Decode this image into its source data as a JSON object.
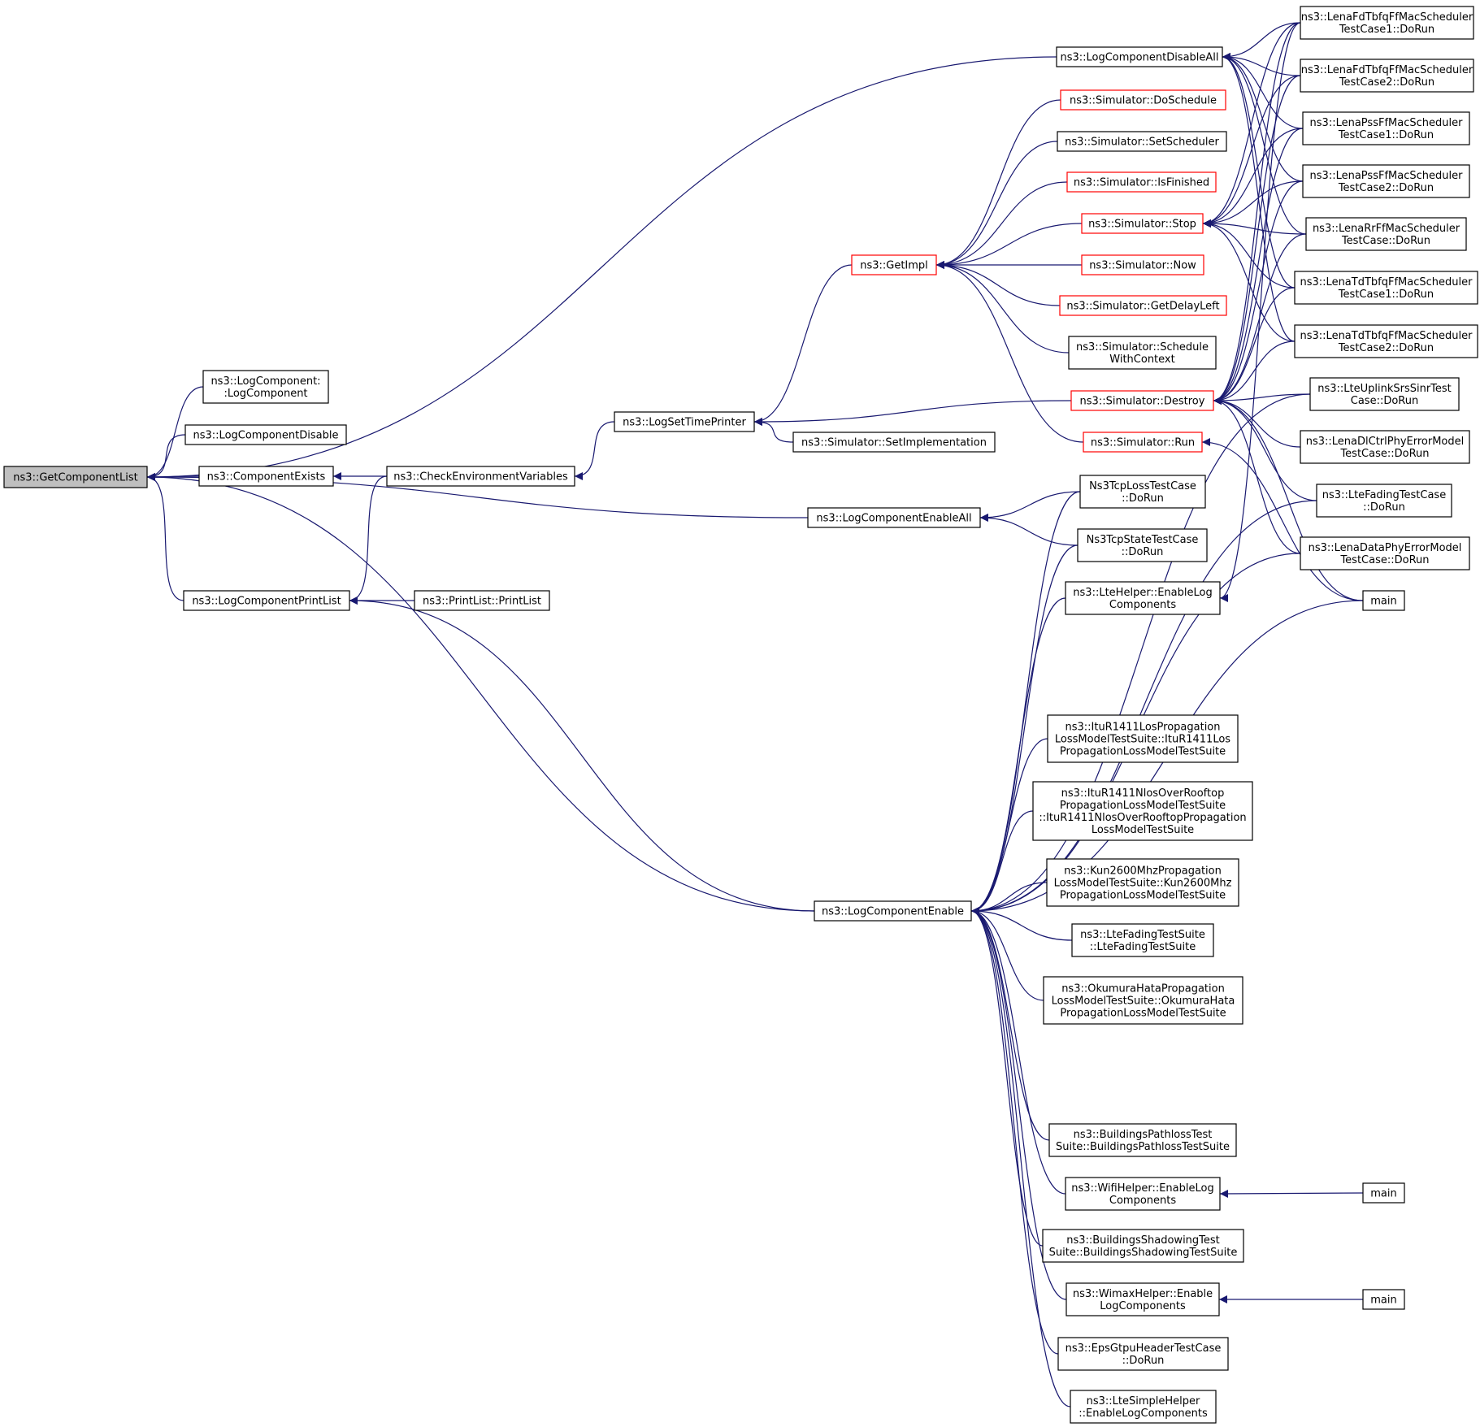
{
  "nodes": [
    {
      "id": "root",
      "lines": [
        "ns3::GetComponentList"
      ],
      "style": "root"
    },
    {
      "id": "lcda",
      "lines": [
        "ns3::LogComponentDisableAll"
      ],
      "style": "normal"
    },
    {
      "id": "lclc",
      "lines": [
        "ns3::LogComponent:",
        ":LogComponent"
      ],
      "style": "normal"
    },
    {
      "id": "lcd",
      "lines": [
        "ns3::LogComponentDisable"
      ],
      "style": "normal"
    },
    {
      "id": "ce",
      "lines": [
        "ns3::ComponentExists"
      ],
      "style": "normal"
    },
    {
      "id": "cev",
      "lines": [
        "ns3::CheckEnvironmentVariables"
      ],
      "style": "normal"
    },
    {
      "id": "lcpl",
      "lines": [
        "ns3::LogComponentPrintList"
      ],
      "style": "normal"
    },
    {
      "id": "plpl",
      "lines": [
        "ns3::PrintList::PrintList"
      ],
      "style": "normal"
    },
    {
      "id": "lstp",
      "lines": [
        "ns3::LogSetTimePrinter"
      ],
      "style": "normal"
    },
    {
      "id": "getimpl",
      "lines": [
        "ns3::GetImpl"
      ],
      "style": "red"
    },
    {
      "id": "simds",
      "lines": [
        "ns3::Simulator::DoSchedule"
      ],
      "style": "red"
    },
    {
      "id": "simss",
      "lines": [
        "ns3::Simulator::SetScheduler"
      ],
      "style": "normal"
    },
    {
      "id": "simif",
      "lines": [
        "ns3::Simulator::IsFinished"
      ],
      "style": "red"
    },
    {
      "id": "simstop",
      "lines": [
        "ns3::Simulator::Stop"
      ],
      "style": "red"
    },
    {
      "id": "simnow",
      "lines": [
        "ns3::Simulator::Now"
      ],
      "style": "red"
    },
    {
      "id": "simgdl",
      "lines": [
        "ns3::Simulator::GetDelayLeft"
      ],
      "style": "red"
    },
    {
      "id": "simswc",
      "lines": [
        "ns3::Simulator::Schedule",
        "WithContext"
      ],
      "style": "normal"
    },
    {
      "id": "simdestroy",
      "lines": [
        "ns3::Simulator::Destroy"
      ],
      "style": "red"
    },
    {
      "id": "simsi",
      "lines": [
        "ns3::Simulator::SetImplementation"
      ],
      "style": "normal"
    },
    {
      "id": "simrun",
      "lines": [
        "ns3::Simulator::Run"
      ],
      "style": "red"
    },
    {
      "id": "lcea",
      "lines": [
        "ns3::LogComponentEnableAll"
      ],
      "style": "normal"
    },
    {
      "id": "tcploss",
      "lines": [
        "Ns3TcpLossTestCase",
        "::DoRun"
      ],
      "style": "normal"
    },
    {
      "id": "tcpstate",
      "lines": [
        "Ns3TcpStateTestCase",
        "::DoRun"
      ],
      "style": "normal"
    },
    {
      "id": "ltehelper",
      "lines": [
        "ns3::LteHelper::EnableLog",
        "Components"
      ],
      "style": "normal"
    },
    {
      "id": "itulos",
      "lines": [
        "ns3::ItuR1411LosPropagation",
        "LossModelTestSuite::ItuR1411Los",
        "PropagationLossModelTestSuite"
      ],
      "style": "normal"
    },
    {
      "id": "itunlos",
      "lines": [
        "ns3::ItuR1411NlosOverRooftop",
        "PropagationLossModelTestSuite",
        "::ItuR1411NlosOverRooftopPropagation",
        "LossModelTestSuite"
      ],
      "style": "normal"
    },
    {
      "id": "kun",
      "lines": [
        "ns3::Kun2600MhzPropagation",
        "LossModelTestSuite::Kun2600Mhz",
        "PropagationLossModelTestSuite"
      ],
      "style": "normal"
    },
    {
      "id": "ltefs",
      "lines": [
        "ns3::LteFadingTestSuite",
        "::LteFadingTestSuite"
      ],
      "style": "normal"
    },
    {
      "id": "okumura",
      "lines": [
        "ns3::OkumuraHataPropagation",
        "LossModelTestSuite::OkumuraHata",
        "PropagationLossModelTestSuite"
      ],
      "style": "normal"
    },
    {
      "id": "lce",
      "lines": [
        "ns3::LogComponentEnable"
      ],
      "style": "normal"
    },
    {
      "id": "bpt",
      "lines": [
        "ns3::BuildingsPathlossTest",
        "Suite::BuildingsPathlossTestSuite"
      ],
      "style": "normal"
    },
    {
      "id": "wifi",
      "lines": [
        "ns3::WifiHelper::EnableLog",
        "Components"
      ],
      "style": "normal"
    },
    {
      "id": "bst",
      "lines": [
        "ns3::BuildingsShadowingTest",
        "Suite::BuildingsShadowingTestSuite"
      ],
      "style": "normal"
    },
    {
      "id": "wimax",
      "lines": [
        "ns3::WimaxHelper::Enable",
        "LogComponents"
      ],
      "style": "normal"
    },
    {
      "id": "eps",
      "lines": [
        "ns3::EpsGtpuHeaderTestCase",
        "::DoRun"
      ],
      "style": "normal"
    },
    {
      "id": "ltesimple",
      "lines": [
        "ns3::LteSimpleHelper",
        "::EnableLogComponents"
      ],
      "style": "normal"
    },
    {
      "id": "fd1",
      "lines": [
        "ns3::LenaFdTbfqFfMacScheduler",
        "TestCase1::DoRun"
      ],
      "style": "normal"
    },
    {
      "id": "fd2",
      "lines": [
        "ns3::LenaFdTbfqFfMacScheduler",
        "TestCase2::DoRun"
      ],
      "style": "normal"
    },
    {
      "id": "pss1",
      "lines": [
        "ns3::LenaPssFfMacScheduler",
        "TestCase1::DoRun"
      ],
      "style": "normal"
    },
    {
      "id": "pss2",
      "lines": [
        "ns3::LenaPssFfMacScheduler",
        "TestCase2::DoRun"
      ],
      "style": "normal"
    },
    {
      "id": "rr",
      "lines": [
        "ns3::LenaRrFfMacScheduler",
        "TestCase::DoRun"
      ],
      "style": "normal"
    },
    {
      "id": "td1",
      "lines": [
        "ns3::LenaTdTbfqFfMacScheduler",
        "TestCase1::DoRun"
      ],
      "style": "normal"
    },
    {
      "id": "td2",
      "lines": [
        "ns3::LenaTdTbfqFfMacScheduler",
        "TestCase2::DoRun"
      ],
      "style": "normal"
    },
    {
      "id": "srs",
      "lines": [
        "ns3::LteUplinkSrsSinrTest",
        "Case::DoRun"
      ],
      "style": "normal"
    },
    {
      "id": "dlctrl",
      "lines": [
        "ns3::LenaDlCtrlPhyErrorModel",
        "TestCase::DoRun"
      ],
      "style": "normal"
    },
    {
      "id": "fading",
      "lines": [
        "ns3::LteFadingTestCase",
        "::DoRun"
      ],
      "style": "normal"
    },
    {
      "id": "dataphy",
      "lines": [
        "ns3::LenaDataPhyErrorModel",
        "TestCase::DoRun"
      ],
      "style": "normal"
    },
    {
      "id": "main1",
      "lines": [
        "main"
      ],
      "style": "normal"
    },
    {
      "id": "main2",
      "lines": [
        "main"
      ],
      "style": "normal"
    },
    {
      "id": "main3",
      "lines": [
        "main"
      ],
      "style": "normal"
    }
  ],
  "edges": [
    [
      "lcda",
      "root"
    ],
    [
      "lclc",
      "root"
    ],
    [
      "lcd",
      "root"
    ],
    [
      "ce",
      "root"
    ],
    [
      "lcpl",
      "root"
    ],
    [
      "lcea",
      "root"
    ],
    [
      "lce",
      "root"
    ],
    [
      "cev",
      "ce"
    ],
    [
      "plpl",
      "lcpl"
    ],
    [
      "cev",
      "lcpl"
    ],
    [
      "lce",
      "lcpl"
    ],
    [
      "lstp",
      "cev"
    ],
    [
      "getimpl",
      "lstp"
    ],
    [
      "simdestroy",
      "lstp"
    ],
    [
      "simsi",
      "lstp"
    ],
    [
      "simds",
      "getimpl"
    ],
    [
      "simss",
      "getimpl"
    ],
    [
      "simif",
      "getimpl"
    ],
    [
      "simstop",
      "getimpl"
    ],
    [
      "simnow",
      "getimpl"
    ],
    [
      "simgdl",
      "getimpl"
    ],
    [
      "simswc",
      "getimpl"
    ],
    [
      "simrun",
      "getimpl"
    ],
    [
      "tcploss",
      "lcea"
    ],
    [
      "tcpstate",
      "lcea"
    ],
    [
      "tcploss",
      "lce"
    ],
    [
      "tcpstate",
      "lce"
    ],
    [
      "ltehelper",
      "lce"
    ],
    [
      "itulos",
      "lce"
    ],
    [
      "itunlos",
      "lce"
    ],
    [
      "kun",
      "lce"
    ],
    [
      "ltefs",
      "lce"
    ],
    [
      "okumura",
      "lce"
    ],
    [
      "bpt",
      "lce"
    ],
    [
      "wifi",
      "lce"
    ],
    [
      "bst",
      "lce"
    ],
    [
      "wimax",
      "lce"
    ],
    [
      "eps",
      "lce"
    ],
    [
      "ltesimple",
      "lce"
    ],
    [
      "srs",
      "lce"
    ],
    [
      "fading",
      "lce"
    ],
    [
      "dataphy",
      "lce"
    ],
    [
      "main1",
      "lce"
    ],
    [
      "fd1",
      "lcda"
    ],
    [
      "fd2",
      "lcda"
    ],
    [
      "pss1",
      "lcda"
    ],
    [
      "pss2",
      "lcda"
    ],
    [
      "rr",
      "lcda"
    ],
    [
      "td1",
      "lcda"
    ],
    [
      "td2",
      "lcda"
    ],
    [
      "fd1",
      "simstop"
    ],
    [
      "fd2",
      "simstop"
    ],
    [
      "pss1",
      "simstop"
    ],
    [
      "pss2",
      "simstop"
    ],
    [
      "rr",
      "simstop"
    ],
    [
      "td1",
      "simstop"
    ],
    [
      "td2",
      "simstop"
    ],
    [
      "fd1",
      "simdestroy"
    ],
    [
      "fd2",
      "simdestroy"
    ],
    [
      "pss1",
      "simdestroy"
    ],
    [
      "pss2",
      "simdestroy"
    ],
    [
      "rr",
      "simdestroy"
    ],
    [
      "td1",
      "simdestroy"
    ],
    [
      "td2",
      "simdestroy"
    ],
    [
      "srs",
      "simdestroy"
    ],
    [
      "dlctrl",
      "simdestroy"
    ],
    [
      "fading",
      "simdestroy"
    ],
    [
      "dataphy",
      "simdestroy"
    ],
    [
      "main1",
      "simdestroy"
    ],
    [
      "main1",
      "simrun"
    ],
    [
      "fd1",
      "ltehelper"
    ],
    [
      "main2",
      "wifi"
    ],
    [
      "main3",
      "wimax"
    ]
  ]
}
